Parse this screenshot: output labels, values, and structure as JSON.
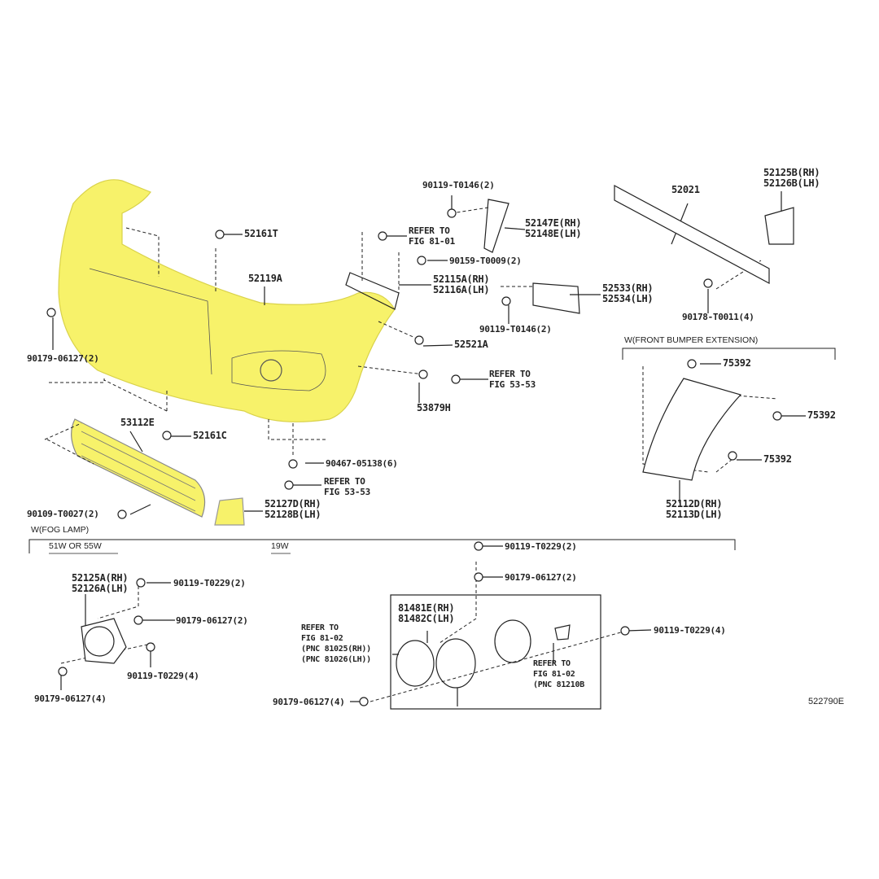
{
  "diagram_id": "522790E",
  "sections": {
    "bumper_extension": "W(FRONT BUMPER EXTENSION)",
    "fog_lamp": "W(FOG LAMP)",
    "fog_51w": "51W OR 55W",
    "fog_19w": "19W"
  },
  "labels": {
    "p90119_t0146_top": "90119-T0146(2)",
    "refer_81_01": [
      "REFER TO",
      "FIG 81-01"
    ],
    "p52147e": [
      "52147E(RH)",
      "52148E(LH)"
    ],
    "p52161t": "52161T",
    "p90159": "90159-T0009(2)",
    "p52119a": "52119A",
    "p52115a": [
      "52115A(RH)",
      "52116A(LH)"
    ],
    "p52533": [
      "52533(RH)",
      "52534(LH)"
    ],
    "p90119_t0146_bot": "90119-T0146(2)",
    "p52021": "52021",
    "p52125b": [
      "52125B(RH)",
      "52126B(LH)"
    ],
    "p90178": "90178-T0011(4)",
    "p52521a": "52521A",
    "p75392_a": "75392",
    "p75392_b": "75392",
    "p75392_c": "75392",
    "p90179_left": "90179-06127(2)",
    "refer_53_53_a": [
      "REFER TO",
      "FIG 53-53"
    ],
    "p53879h": "53879H",
    "p53112e": "53112E",
    "p52161c": "52161C",
    "p90467": "90467-05138(6)",
    "refer_53_53_b": [
      "REFER TO",
      "FIG 53-53"
    ],
    "p90109": "90109-T0027(2)",
    "p52127d": [
      "52127D(RH)",
      "52128B(LH)"
    ],
    "p52112d": [
      "52112D(RH)",
      "52113D(LH)"
    ],
    "p52125a": [
      "52125A(RH)",
      "52126A(LH)"
    ],
    "fog1_90119_2": "90119-T0229(2)",
    "fog1_90179_2": "90179-06127(2)",
    "fog1_90119_4": "90119-T0229(4)",
    "fog1_90179_4": "90179-06127(4)",
    "fog2_90119_2": "90119-T0229(2)",
    "fog2_90179_2": "90179-06127(2)",
    "p81481e": [
      "81481E(RH)",
      "81482C(LH)"
    ],
    "refer_81025": [
      "REFER TO",
      "FIG 81-02",
      "(PNC 81025(RH))",
      "(PNC 81026(LH))"
    ],
    "fog2_90119_4": "90119-T0229(4)",
    "refer_81210b": [
      "REFER TO",
      "FIG 81-02",
      "(PNC 81210B"
    ],
    "fog2_90179_4": "90179-06127(4)"
  },
  "colors": {
    "highlight": "#f7f26a",
    "ink": "#222222"
  }
}
